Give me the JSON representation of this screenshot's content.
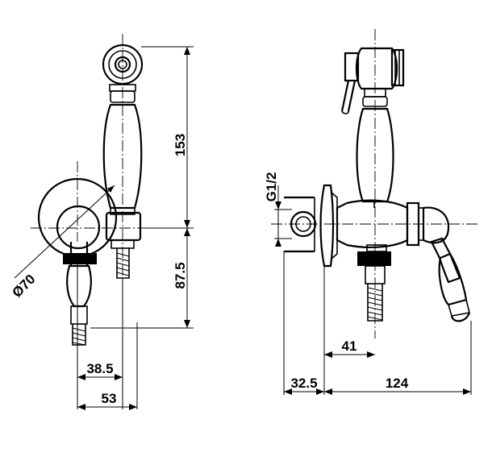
{
  "drawing": {
    "front_view": {
      "dimensions": {
        "height_top": "153",
        "height_bottom": "87.5",
        "diameter": "Ø70",
        "width_inner": "38.5",
        "width_outer": "53"
      }
    },
    "side_view": {
      "dimensions": {
        "thread": "G1/2",
        "projection_small": "41",
        "wall_offset": "32.5",
        "total_depth": "124"
      }
    }
  }
}
